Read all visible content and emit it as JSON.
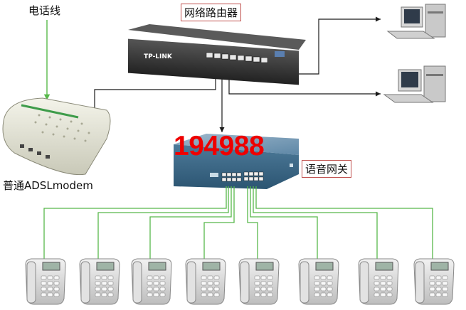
{
  "labels": {
    "phone_line": "电话线",
    "router": "网络路由器",
    "modem": "普通ADSLmodem",
    "gateway": "语音网关",
    "number": "194988",
    "router_brand": "TP-LINK"
  },
  "devices": {
    "computers": 2,
    "telephones": 8
  },
  "colors": {
    "line_black": "#1a1a1a",
    "line_green": "#57b84a",
    "number_red": "#ee0000",
    "gateway_blue": "#3a6d8f",
    "router_dark": "#2c2c2c"
  }
}
